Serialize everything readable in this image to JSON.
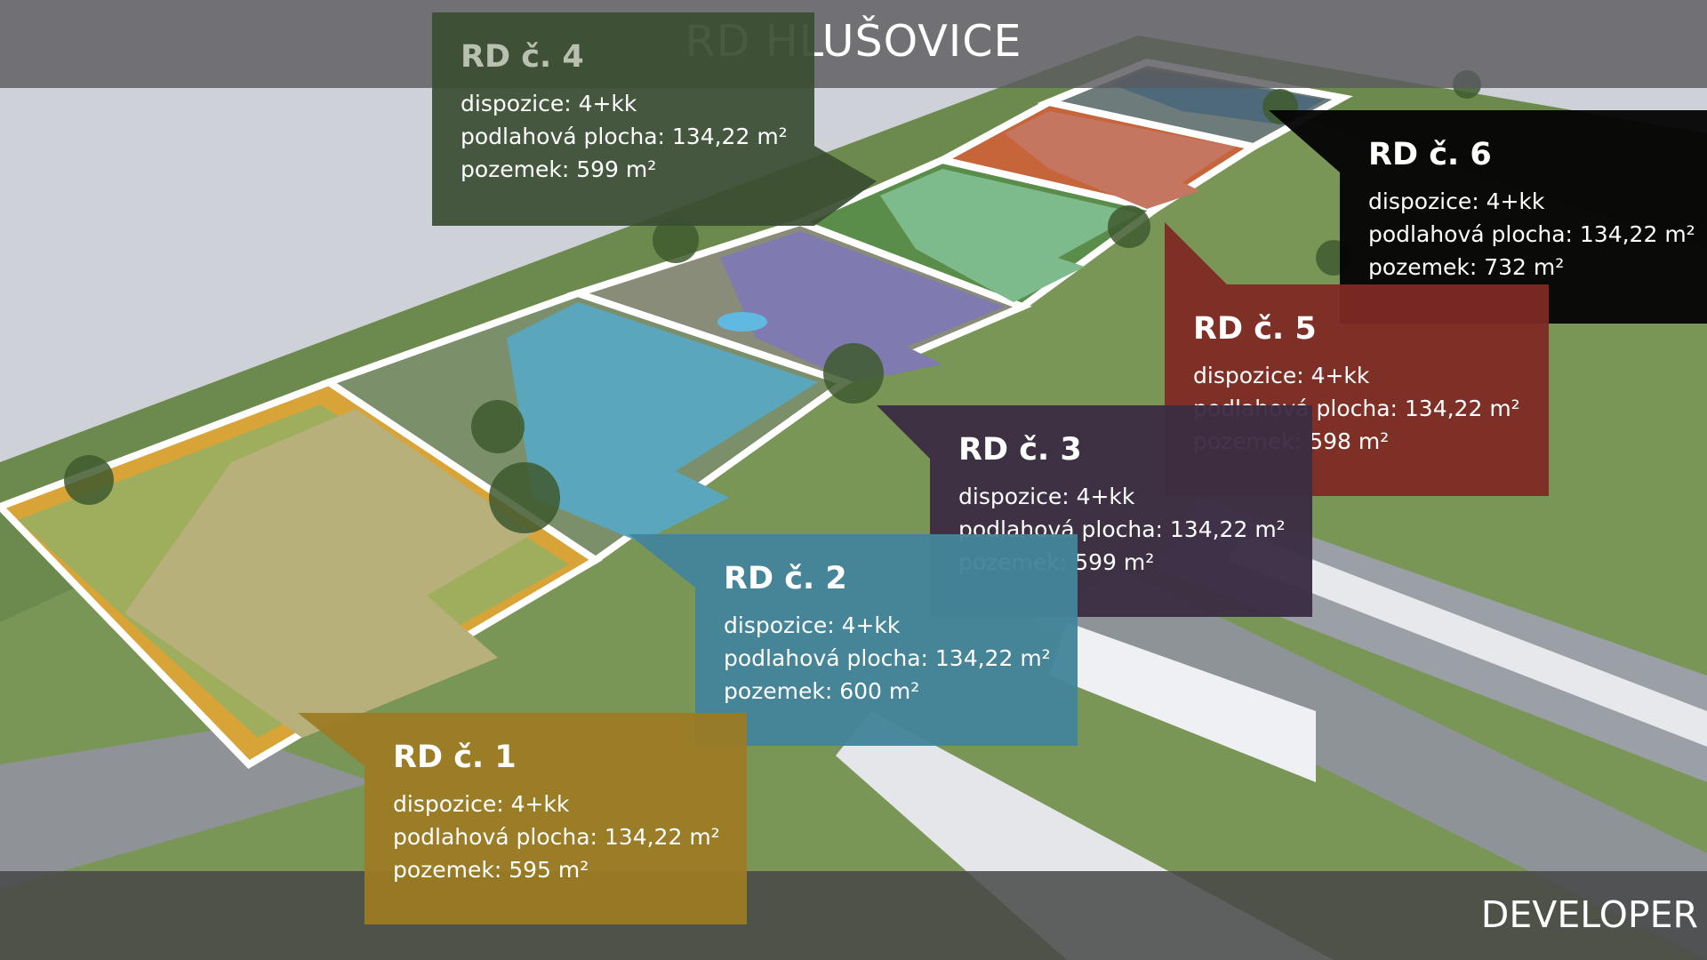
{
  "header": {
    "title": "RD HLUŠOVICE"
  },
  "footer": {
    "label": "DEVELOPER"
  },
  "units": [
    {
      "name": "RD č. 1",
      "dispo_label": "dispozice: 4+kk",
      "area_label": "podlahová plocha: 134,22 m²",
      "plot_label": "pozemek: 595 m²",
      "color": "#9c7b22",
      "house_color": "#b9b37a"
    },
    {
      "name": "RD č. 2",
      "dispo_label": "dispozice: 4+kk",
      "area_label": "podlahová plocha: 134,22 m²",
      "plot_label": "pozemek: 600 m²",
      "color": "#44849a",
      "house_color": "#5aa7bd"
    },
    {
      "name": "RD č. 3",
      "dispo_label": "dispozice: 4+kk",
      "area_label": "podlahová plocha: 134,22 m²",
      "plot_label": "pozemek: 599 m²",
      "color": "#3b2d43",
      "house_color": "#7f7ab0"
    },
    {
      "name": "RD č. 4",
      "dispo_label": "dispozice: 4+kk",
      "area_label": "podlahová plocha: 134,22 m²",
      "plot_label": "pozemek: 599 m²",
      "color": "#3a4d31",
      "house_color": "#7dba8c"
    },
    {
      "name": "RD č. 5",
      "dispo_label": "dispozice: 4+kk",
      "area_label": "podlahová plocha: 134,22 m²",
      "plot_label": "pozemek: 598 m²",
      "color": "#7e2a25",
      "house_color": "#c57661"
    },
    {
      "name": "RD č. 6",
      "dispo_label": "dispozice: 4+kk",
      "area_label": "podlahová plocha: 134,22 m²",
      "plot_label": "pozemek: 732 m²",
      "color": "#050505",
      "house_color": "#4e6a7a"
    }
  ]
}
